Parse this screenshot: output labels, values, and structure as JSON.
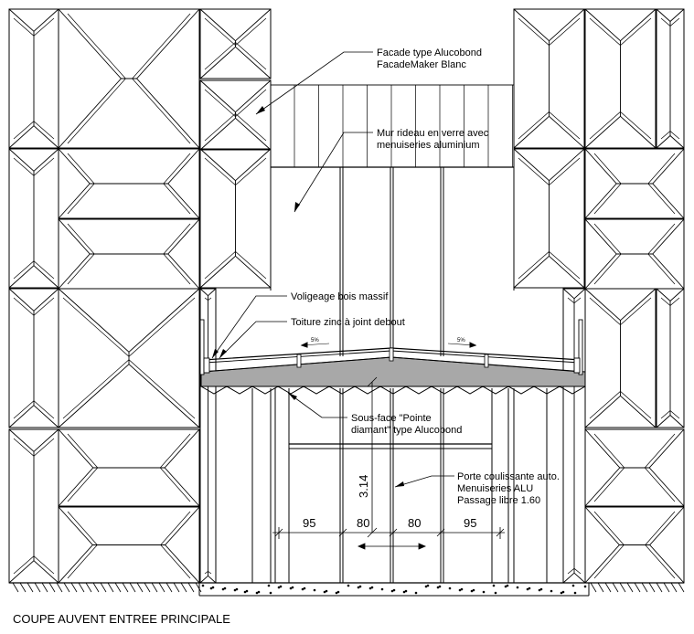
{
  "title": "COUPE AUVENT ENTREE PRINCIPALE",
  "callouts": {
    "facade_line1": "Facade type Alucobond",
    "facade_line2": "FacadeMaker Blanc",
    "mur_line1": "Mur rideau en verre avec",
    "mur_line2": "menuiseries aluminium",
    "voligeage": "Voligeage bois massif",
    "toiture": "Toiture zinc à joint debout",
    "sousface_line1": "Sous-face \"Pointe",
    "sousface_line2": "diamant\" type Alucobond",
    "porte_line1": "Porte coulissante auto.",
    "porte_line2": "Menuiseries ALU",
    "porte_line3": "Passage libre 1.60"
  },
  "dimensions": {
    "height": "3.14",
    "widths": [
      "95",
      "80",
      "80",
      "95"
    ]
  },
  "slopes": {
    "left": "5%",
    "right": "5%"
  }
}
